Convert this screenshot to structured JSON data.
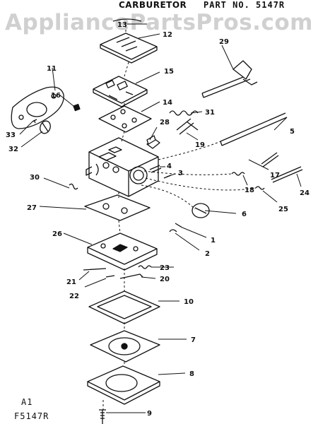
{
  "header": {
    "title": "CARBURETOR",
    "part_number": "PART NO. 5147R"
  },
  "watermark": "AppliancePartsPros.com",
  "footer": {
    "line1": "A1",
    "line2": "F5147R"
  },
  "callouts": {
    "c1": "1",
    "c2": "2",
    "c3": "3",
    "c4": "4",
    "c5": "5",
    "c6": "6",
    "c7": "7",
    "c8": "8",
    "c9": "9",
    "c10": "10",
    "c11": "11",
    "c12": "12",
    "c13": "13",
    "c14": "14",
    "c15": "15",
    "c16": "16",
    "c17": "17",
    "c18": "18",
    "c19": "19",
    "c20": "20",
    "c21": "21",
    "c22": "22",
    "c23": "23",
    "c24": "24",
    "c25": "25",
    "c26": "26",
    "c27": "27",
    "c28": "28",
    "c29": "29",
    "c30": "30",
    "c31": "31",
    "c32": "32",
    "c33": "33"
  }
}
